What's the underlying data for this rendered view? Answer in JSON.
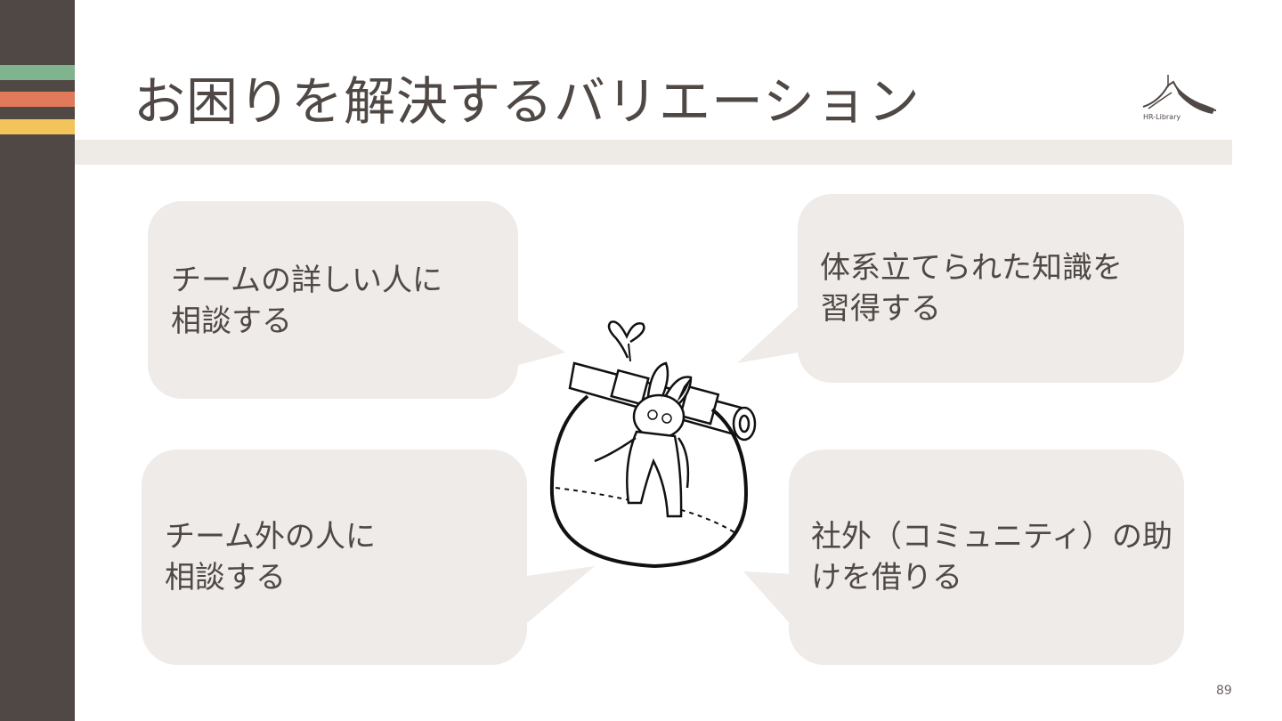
{
  "slide": {
    "title": "お困りを解決するバリエーション",
    "page_number": "89"
  },
  "logo": {
    "text": "HR-Library",
    "icon": "roof-book-icon"
  },
  "accent_colors": {
    "sidebar": "#4f4845",
    "green": "#7fb48f",
    "orange": "#e07a5a",
    "yellow": "#f2c45a",
    "bubble": "#efebe8"
  },
  "bubbles": {
    "top_left": "チームの詳しい人に\n相談する",
    "top_right": "体系立てられた知識を\n習得する",
    "bottom_left": "チーム外の人に\n相談する",
    "bottom_right": "社外（コミュニティ）の助\nけを借りる"
  },
  "illustration": {
    "icon": "rabbit-in-pot-illustration"
  }
}
